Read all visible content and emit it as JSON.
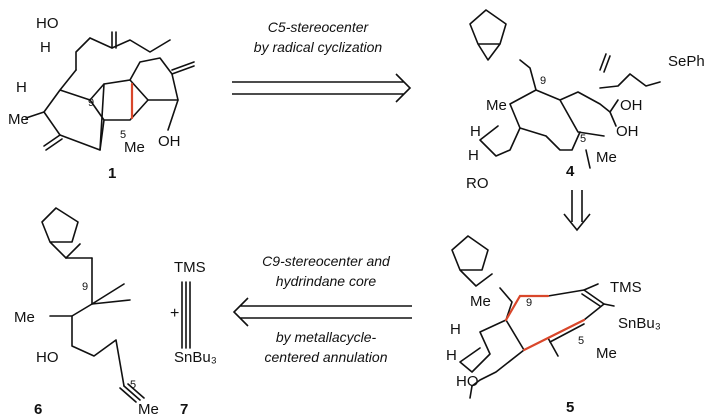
{
  "compounds": {
    "c1": {
      "number": "1",
      "atoms": {
        "ho": "HO",
        "h_top": "H",
        "h_left": "H",
        "me": "Me",
        "nine": "9",
        "five": "5",
        "me5": "Me",
        "oh": "OH"
      }
    },
    "c4": {
      "number": "4",
      "atoms": {
        "sePh": "SePh",
        "me": "Me",
        "h1": "H",
        "h2": "H",
        "ro": "RO",
        "nine": "9",
        "five": "5",
        "me5": "Me",
        "oh1": "OH",
        "oh2": "OH"
      }
    },
    "c5": {
      "number": "5",
      "atoms": {
        "tms": "TMS",
        "snbu3": "SnBu₃",
        "me": "Me",
        "h1": "H",
        "h2": "H",
        "ho": "HO",
        "nine": "9",
        "five": "5",
        "me5": "Me"
      }
    },
    "c6": {
      "number": "6",
      "atoms": {
        "me": "Me",
        "ho": "HO",
        "nine": "9",
        "five": "5",
        "me_end": "Me"
      }
    },
    "c7": {
      "number": "7",
      "atoms": {
        "tms": "TMS",
        "snbu3": "SnBu₃"
      }
    }
  },
  "plus": "+",
  "arrows": {
    "top": {
      "line1": "C5-stereocenter",
      "line2": "by radical cyclization"
    },
    "bottom": {
      "line1": "C9-stereocenter and",
      "line2": "hydrindane core",
      "line3": "by metallacycle-",
      "line4": "centered annulation"
    }
  },
  "colors": {
    "highlight_bond": "#d9472b",
    "ink": "#111111"
  }
}
